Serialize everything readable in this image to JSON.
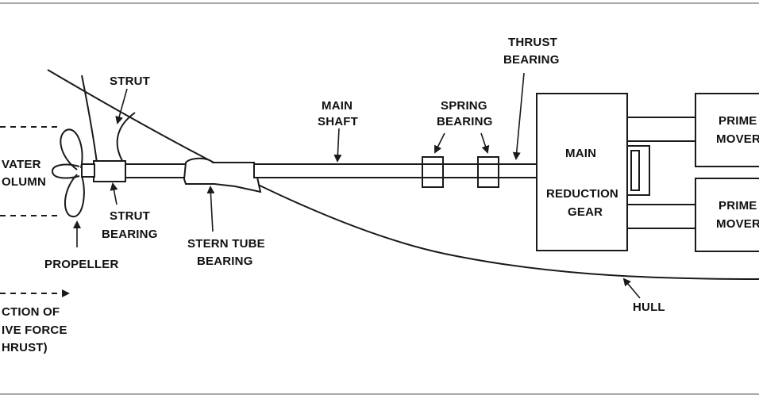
{
  "diagram": {
    "labels": {
      "strut": "STRUT",
      "main_shaft_1": "MAIN",
      "main_shaft_2": "SHAFT",
      "spring_bearing_1": "SPRING",
      "spring_bearing_2": "BEARING",
      "thrust_bearing_1": "THRUST",
      "thrust_bearing_2": "BEARING",
      "water_column_1": "VATER",
      "water_column_2": "OLUMN",
      "strut_bearing_1": "STRUT",
      "strut_bearing_2": "BEARING",
      "propeller": "PROPELLER",
      "stern_tube_bearing_1": "STERN TUBE",
      "stern_tube_bearing_2": "BEARING",
      "main_reduction_gear_1": "MAIN",
      "main_reduction_gear_2": "REDUCTION",
      "main_reduction_gear_3": "GEAR",
      "prime_mover_top_1": "PRIME",
      "prime_mover_top_2": "MOVER",
      "prime_mover_bottom_1": "PRIME",
      "prime_mover_bottom_2": "MOVER",
      "hull": "HULL",
      "direction_1": "CTION OF",
      "direction_2": "IVE FORCE",
      "direction_3": "HRUST)"
    },
    "colors": {
      "ink": "#1a1a1a",
      "background": "#ffffff",
      "frame": "#555555"
    }
  }
}
